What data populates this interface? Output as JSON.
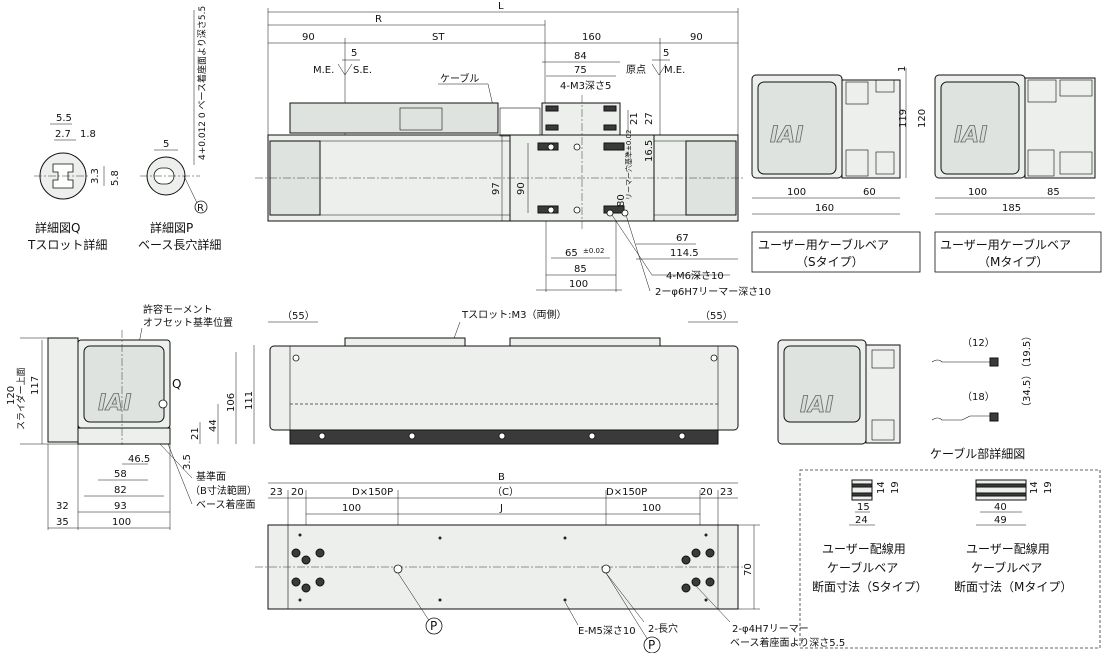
{
  "top_view": {
    "overall": "L",
    "stroke_side": "R",
    "dim_90_left": "90",
    "dim_st": "ST",
    "dim_160": "160",
    "dim_90_right": "90",
    "dim_5_left": "5",
    "dim_5_right": "5",
    "me_left": "M.E.",
    "se": "S.E.",
    "origin": "原点",
    "me_right": "M.E.",
    "cable": "ケーブル",
    "dim_84": "84",
    "dim_75": "75",
    "m3": "4-M3深さ5",
    "dim_21": "21",
    "dim_27": "27",
    "dim_16_5": "16.5",
    "dim_97": "97",
    "dim_90_v": "90",
    "dim_80": "80",
    "reamer_note": "リーマー穴基準±0.02",
    "dim_65": "65",
    "dim_65_tol": "±0.02",
    "dim_85": "85",
    "dim_100": "100",
    "dim_67": "67",
    "dim_114_5": "114.5",
    "m6": "4-M6深さ10",
    "h7": "2ーφ6H7リーマー深さ10"
  },
  "detail_q": {
    "d5_5": "5.5",
    "d2_7": "2.7",
    "d1_8": "1.8",
    "d3_3": "3.3",
    "d5_8": "5.8",
    "title": "詳細図Q",
    "subtitle": "Tスロット詳細"
  },
  "detail_p": {
    "d5": "5",
    "depth": "4+0.012 0 ベース着座面より深さ5.5",
    "r": "R",
    "title": "詳細図P",
    "subtitle": "ベース長穴詳細"
  },
  "cable_s": {
    "d100": "100",
    "d60": "60",
    "d160": "160",
    "d119": "119",
    "d120": "120",
    "d1": "1",
    "title": "ユーザー用ケーブルベア",
    "type": "（Sタイプ）"
  },
  "cable_m": {
    "d100": "100",
    "d85": "85",
    "d185": "185",
    "title": "ユーザー用ケーブルベア",
    "type": "（Mタイプ）"
  },
  "end_view": {
    "moment": "許容モーメント",
    "offset": "オフセット基準位置",
    "q": "Q",
    "d120": "120",
    "slider_top": "スライダー上面",
    "d117": "117",
    "d106": "106",
    "d111": "111",
    "d44": "44",
    "d21": "21",
    "d3_5": "3.5",
    "d46_5": "46.5",
    "d58": "58",
    "d82": "82",
    "d93": "93",
    "d100": "100",
    "d32": "32",
    "d35": "35",
    "ref": "基準面",
    "b_range": "（B寸法範囲）",
    "base_seat": "ベース着座面"
  },
  "front_view": {
    "d55_l": "（55）",
    "d55_r": "（55）",
    "tslot": "Tスロット:M3（両側）"
  },
  "bottom_view": {
    "b": "B",
    "d23_l": "23",
    "d20_l": "20",
    "dx150_l": "D×150P",
    "c": "（C）",
    "dx150_r": "D×150P",
    "d20_r": "20",
    "d23_r": "23",
    "d100_l": "100",
    "j": "J",
    "d100_r": "100",
    "d70": "70",
    "p_l": "P",
    "e_m5": "E-M5深さ10",
    "long_hole": "2-長穴",
    "p_r": "P",
    "reamer": "2-φ4H7リーマー",
    "reamer_depth": "ベース着座面より深さ5.5"
  },
  "side_small": {
    "cable_detail": "ケーブル部詳細図",
    "d12": "（12）",
    "d19_5": "（19.5）",
    "d18": "（18）",
    "d34_5": "（34.5）"
  },
  "section": {
    "s_d14": "14",
    "s_d19": "19",
    "s_d15": "15",
    "s_d24": "24",
    "m_d14": "14",
    "m_d19": "19",
    "m_d40": "40",
    "m_d49": "49",
    "s_title1": "ユーザー配線用",
    "s_title2": "ケーブルベア",
    "s_title3": "断面寸法（Sタイプ）",
    "m_title1": "ユーザー配線用",
    "m_title2": "ケーブルベア",
    "m_title3": "断面寸法（Mタイプ）"
  },
  "logo": "IAI"
}
